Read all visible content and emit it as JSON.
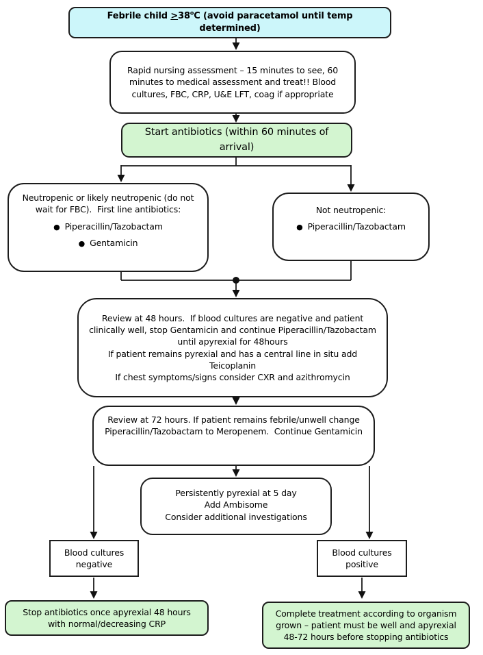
{
  "colors": {
    "cyan": "#ccf6fa",
    "green": "#d3f5d0",
    "line": "#1a1a1a"
  },
  "glyphs": {
    "bullet": "●"
  },
  "nodes": {
    "febrile": {
      "prefix": "Febrile child ",
      "gte": ">",
      "temp_value": "38",
      "degree": "o",
      "suffix": "C (avoid paracetamol until temp determined)"
    },
    "nursing_assessment": {
      "text": "Rapid nursing assessment – 15 minutes to see, 60 minutes to medical assessment and treat!! Blood cultures, FBC, CRP, U&E LFT, coag if appropriate"
    },
    "start_antibiotics": {
      "text": "Start antibiotics (within 60 minutes of arrival)"
    },
    "neutropenic": {
      "heading": "Neutropenic or likely neutropenic (do not wait for FBC).  First line antibiotics:",
      "bullets": [
        "Piperacillin/Tazobactam",
        "Gentamicin"
      ]
    },
    "not_neutropenic": {
      "heading": "Not neutropenic:",
      "bullets": [
        "Piperacillin/Tazobactam"
      ]
    },
    "review_48h": {
      "lines": [
        "Review at 48 hours.  If blood cultures are negative and patient clinically well, stop Gentamicin and continue Piperacillin/Tazobactam until apyrexial for 48hours",
        "If patient remains pyrexial and has a central line in situ add Teicoplanin",
        "If chest symptoms/signs consider CXR and azithromycin"
      ]
    },
    "review_72h": {
      "text": "Review at 72 hours. If patient remains febrile/unwell change Piperacillin/Tazobactam to Meropenem.  Continue Gentamicin"
    },
    "persistent_pyrexia": {
      "lines": [
        "Persistently pyrexial at 5 day",
        "Add Ambisome",
        "Consider additional investigations"
      ]
    },
    "cultures_negative": {
      "text": "Blood cultures negative"
    },
    "cultures_positive": {
      "text": "Blood cultures positive"
    },
    "stop_antibiotics": {
      "text": "Stop antibiotics once apyrexial 48 hours with normal/decreasing CRP"
    },
    "complete_treatment": {
      "text": "Complete treatment according to organism grown – patient must be well and apyrexial 48-72 hours before stopping antibiotics"
    }
  }
}
